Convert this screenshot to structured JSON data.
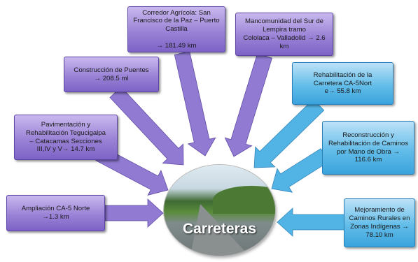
{
  "diagram": {
    "center": {
      "label": "Carreteras"
    },
    "nodes": [
      {
        "id": "corredor",
        "text": "Corredor Agrícola: San\nFrancisco de la Paz – Puerto\nCastilla\n\n→ 181.49 km"
      },
      {
        "id": "mancomunidad",
        "text": "Mancomunidad del Sur de\nLempira tramo\nCololaca – Valladolid → 2.6\nkm"
      },
      {
        "id": "puentes",
        "text": "Construcción de Puentes\n→ 208.5 ml"
      },
      {
        "id": "ca5nort",
        "text": "Rehabilitación de la\nCarretera CA-5Nort\ne→ 55.8 km"
      },
      {
        "id": "pavimentacion",
        "text": "Pavimentación y\nRehabilitación Tegucigalpa\n– Catacamas Secciones\nIII,IV y V→ 14.7 km"
      },
      {
        "id": "reconstruccion",
        "text": "Reconstrucción y\nRehabilitación de Caminos\npor  Mano de Obra →\n116.6 km"
      },
      {
        "id": "ampliacion",
        "text": "Ampliación CA-5 Norte\n→1.3 km"
      },
      {
        "id": "mejoramiento",
        "text": "Mejoramiento de\nCaminos Rurales en\nZonas Indígenas →\n78.10 km"
      }
    ]
  },
  "colors": {
    "violet_arrow": "#8b73d0",
    "blue_arrow": "#49b0e3"
  }
}
